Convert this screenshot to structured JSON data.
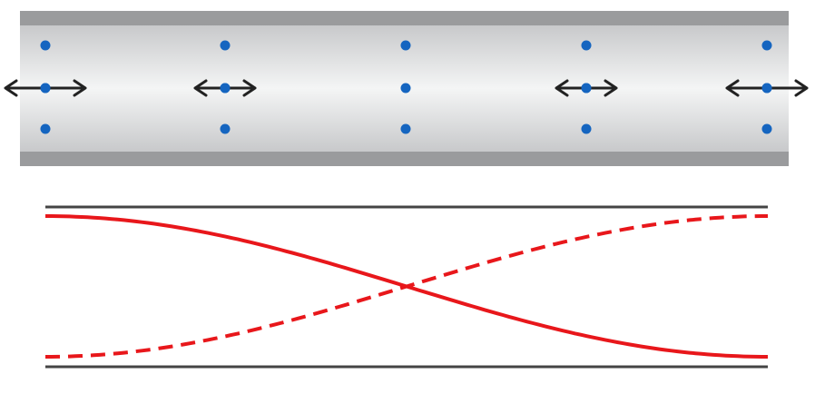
{
  "colors": {
    "background": "#ffffff",
    "tube_rim": "#9a9b9d",
    "tube_body_center": "#f4f5f5",
    "tube_body_edge": "#c8c9cb",
    "dot": "#1565c0",
    "arrow": "#222222",
    "frame_line": "#444444",
    "curve": "#e8171b"
  },
  "tube": {
    "dot_columns": 5,
    "dots_per_column": 3,
    "arrow_columns": [
      0,
      1,
      3,
      4
    ],
    "arrow_size": [
      "large",
      "small",
      "none",
      "small",
      "large"
    ],
    "arrow_glyph": "double-headed-arrow"
  },
  "curves": [
    {
      "name": "solid-curve",
      "style": "solid",
      "trend": "falling",
      "start_level": 1.0,
      "end_level": 0.0
    },
    {
      "name": "dashed-curve",
      "style": "dashed",
      "trend": "rising",
      "start_level": 0.0,
      "end_level": 1.0
    }
  ]
}
